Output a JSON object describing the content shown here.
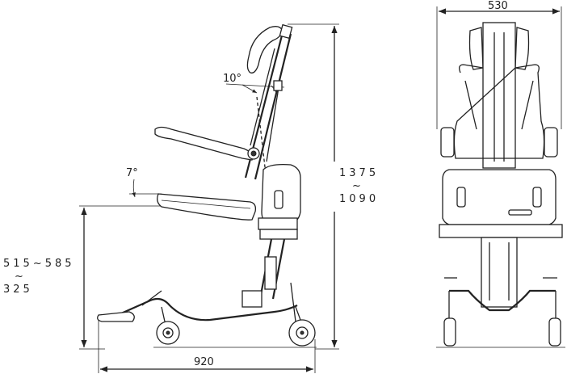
{
  "dimensions": {
    "overall_length": "920",
    "overall_width": "530",
    "height_max": "1375",
    "height_tilde": "~",
    "height_min": "1090",
    "seat_height_range": "515~585",
    "seat_height_tilde": "~",
    "seat_height_low": "325",
    "backrest_angle": "10°",
    "seat_angle": "7°"
  }
}
